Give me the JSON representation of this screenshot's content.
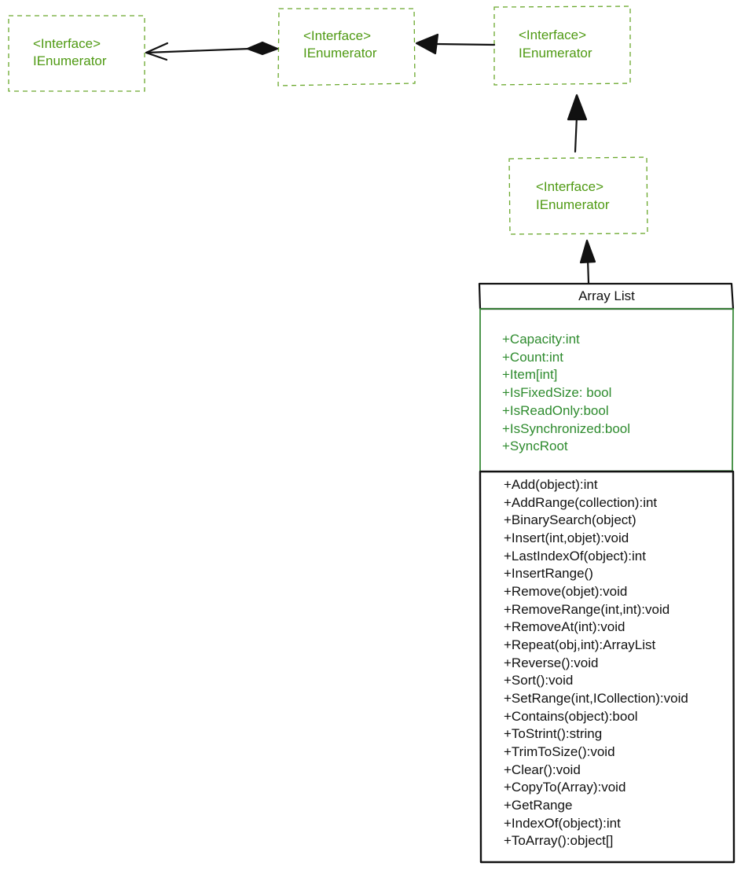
{
  "colors": {
    "interface_text": "#4f9a13",
    "interface_border": "#6aa82c",
    "attribute_text": "#2e8b2e",
    "attribute_border": "#3a8a3a",
    "line": "#111111"
  },
  "interfaces": [
    {
      "stereotype": "<Interface>",
      "name": "IEnumerator"
    },
    {
      "stereotype": "<Interface>",
      "name": "IEnumerator"
    },
    {
      "stereotype": "<Interface>",
      "name": "IEnumerator"
    },
    {
      "stereotype": "<Interface>",
      "name": "IEnumerator"
    }
  ],
  "class": {
    "name": "Array List",
    "attributes": [
      "+Capacity:int",
      "+Count:int",
      "+Item[int]",
      "+IsFixedSize: bool",
      "+IsReadOnly:bool",
      "+IsSynchronized:bool",
      "+SyncRoot"
    ],
    "methods": [
      "+Add(object):int",
      "+AddRange(collection):int",
      "+BinarySearch(object)",
      "+Insert(int,objet):void",
      "+LastIndexOf(object):int",
      "+InsertRange()",
      "+Remove(objet):void",
      "+RemoveRange(int,int):void",
      "+RemoveAt(int):void",
      "+Repeat(obj,int):ArrayList",
      "+Reverse():void",
      "+Sort():void",
      "+SetRange(int,ICollection):void",
      "+Contains(object):bool",
      "+ToStrint():string",
      "+TrimToSize():void",
      "+Clear():void",
      "+CopyTo(Array):void",
      "+GetRange",
      "+IndexOf(object):int",
      "+ToArray():object[]"
    ]
  }
}
